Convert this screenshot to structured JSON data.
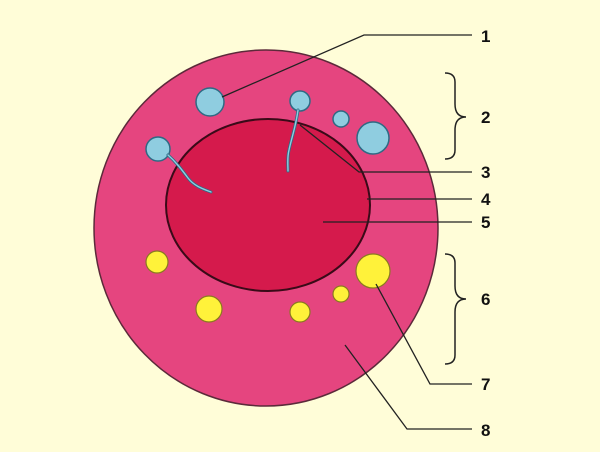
{
  "diagram": {
    "labels": [
      "1",
      "2",
      "3",
      "4",
      "5",
      "6",
      "7",
      "8"
    ]
  },
  "colors": {
    "background": "#fffdd8",
    "outer_cell": "#e5457f",
    "outer_cell_edge": "#5c2a3a",
    "inner_cell": "#d51a4c",
    "inner_cell_edge": "#3a0a18",
    "blue_vesicle": "#8fcde0",
    "blue_vesicle_edge": "#2e6a84",
    "yellow_vesicle": "#fff23a",
    "yellow_vesicle_edge": "#8a7a20"
  }
}
